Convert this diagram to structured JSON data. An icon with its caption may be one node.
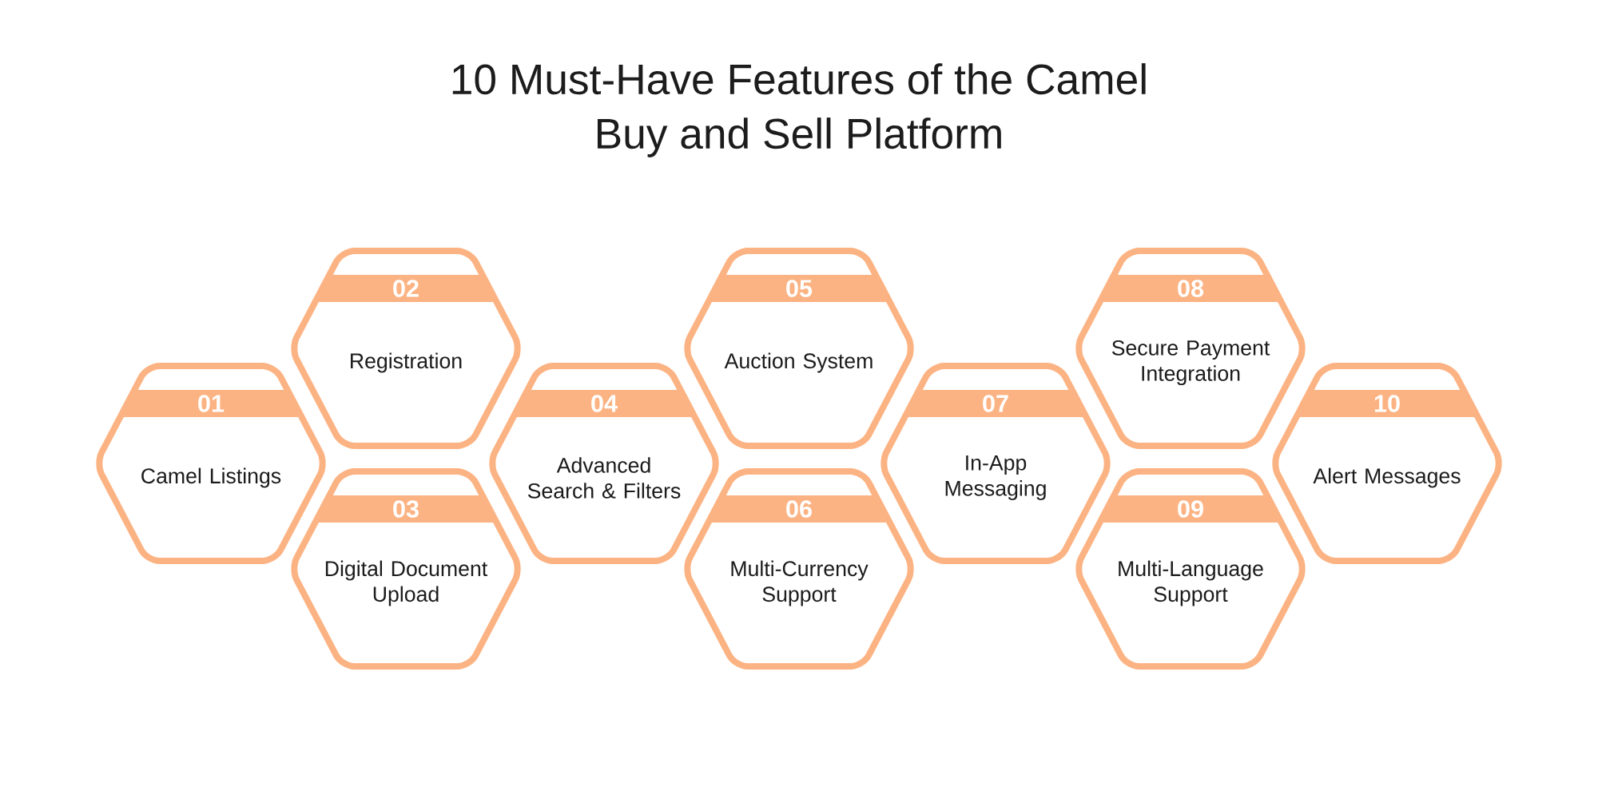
{
  "diagram": {
    "title": "10 Must-Have Features of the Camel Buy and Sell Platform",
    "nodes": [
      {
        "text": [
          "01",
          "Camel Listings"
        ]
      },
      {
        "text": [
          "02",
          "Registration"
        ]
      },
      {
        "text": [
          "03",
          "Digital Document Upload"
        ]
      },
      {
        "text": [
          "04",
          "Advanced Search & Filters"
        ]
      },
      {
        "text": [
          "05",
          "Auction System"
        ]
      },
      {
        "text": [
          "06",
          "Multi-Currency Support"
        ]
      },
      {
        "text": [
          "07",
          "In-App Messaging"
        ]
      },
      {
        "text": [
          "08",
          "Secure Payment Integration"
        ]
      },
      {
        "text": [
          "09",
          "Multi-Language Support"
        ]
      },
      {
        "text": [
          "10",
          "Alert Messages"
        ]
      }
    ]
  }
}
